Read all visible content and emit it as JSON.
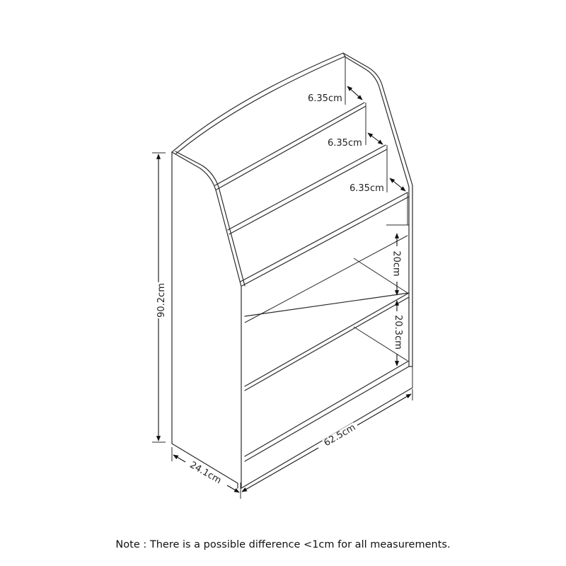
{
  "diagram": {
    "subject": "bookshelf-with-sling-shelves",
    "colors": {
      "line": "#2a2a2a",
      "background": "#ffffff",
      "text": "#222222"
    },
    "dimensions": {
      "slot_gap_top": "6.35cm",
      "slot_gap_middle": "6.35cm",
      "slot_gap_bottom": "6.35cm",
      "shelf_gap_upper": "20cm",
      "shelf_gap_lower": "20.3cm",
      "height": "90.2cm",
      "width": "62.5cm",
      "depth": "24.1cm"
    },
    "note": "Note : There is a possible difference <1cm for all measurements."
  }
}
